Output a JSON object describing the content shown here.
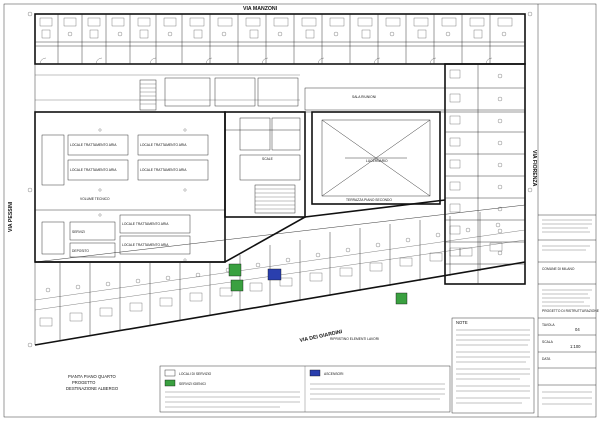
{
  "streets": {
    "north": "VIA MANZONI",
    "west": "VIA PESSINI",
    "east": "VIA FIORENZA",
    "south": "VIA DEI GIARDINI"
  },
  "rooms": {
    "hall": "SALA RIUNIONI",
    "courtyard": "LUCERNARIO",
    "terrace": "TERRAZZA PIANO SECONDO",
    "stair_hall": "SCALE",
    "south_title": "RIPRISTINO ELEMENTI LAVORI"
  },
  "left_wing_labels": [
    "LOCALE TRATTAMENTO ARIA",
    "LOCALE TRATTAMENTO ARIA",
    "LOCALE TRATTAMENTO ARIA",
    "LOCALE TRATTAMENTO ARIA",
    "LOCALE TRATTAMENTO ARIA",
    "LOCALE TRATTAMENTO ARIA",
    "SERVIZI",
    "VOLUME TECNICO",
    "DEPOSITO"
  ],
  "plan_title": {
    "line1": "PIANTA PIANO QUARTO",
    "line2": "PROGETTO",
    "line3": "DESTINAZIONE ALBERGO"
  },
  "legend": {
    "white_item": "LOCALI DI SERVIZIO",
    "green_item": "SERVIZI IGIENICI",
    "blue_item": "ASCENSORI",
    "note": "NOTE"
  },
  "notes_heading": "NOTE",
  "title_block": {
    "client": "COMUNE DI MILANO",
    "project": "PROGETTO DI RISTRUTTURAZIONE",
    "sheet_label": "TAVOLA",
    "sheet_no": "04",
    "scale_label": "SCALA",
    "scale": "1:100",
    "date_label": "DATA"
  },
  "colors": {
    "green": "#3aa040",
    "blue": "#2a3fae",
    "line": "#111111"
  }
}
